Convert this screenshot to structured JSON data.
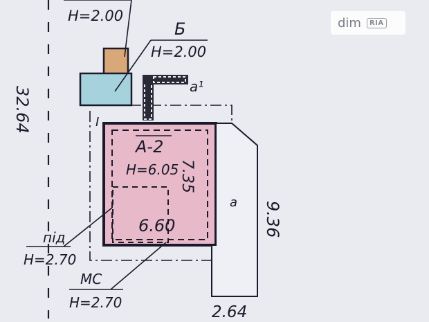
{
  "plan": {
    "labels": {
      "top_h": "H=2.00",
      "b_name": "Б",
      "b_h": "H=2.00",
      "a1_name": "a¹",
      "i_mark": "I",
      "a2_name": "А-2",
      "a2_h": "H=6.05",
      "dim_735": "7.35",
      "dim_660": "6.60",
      "a_name": "a",
      "dim_936": "9.36",
      "dim_3264": "32.64",
      "pid_name": "під",
      "pid_h": "H=2.70",
      "mc_name": "МС",
      "mc_h": "H=2.70",
      "dim_264": "2.64"
    }
  },
  "watermark": {
    "brand": "dim",
    "badge": "RIA"
  },
  "colors": {
    "ink": "#1a1a2a",
    "building_fill": "#e8b9c8",
    "annex_fill": "#a5d2dc",
    "top_block_fill": "#d9a878",
    "paper": "#e9ebf1"
  }
}
